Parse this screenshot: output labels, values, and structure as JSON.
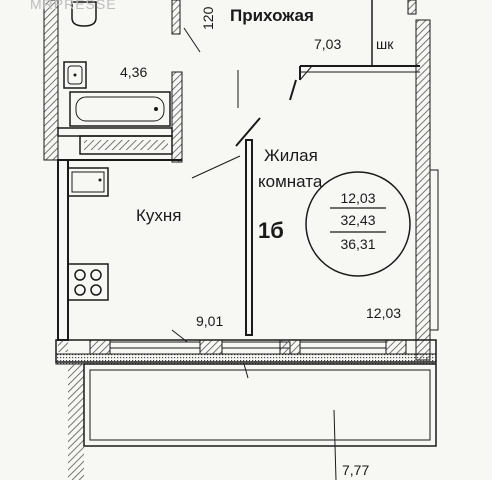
{
  "watermark": "MRPRESSE",
  "rooms": {
    "hallway": {
      "name": "Прихожая",
      "dim": "120"
    },
    "bathroom": {
      "area": "4,36"
    },
    "corridor": {
      "area": "7,03"
    },
    "closet": {
      "label": "шк"
    },
    "living": {
      "name_line1": "Жилая",
      "name_line2": "комната",
      "area": "12,03"
    },
    "kitchen": {
      "name": "Кухня",
      "area": "9,01"
    },
    "balcony": {
      "dim": "7,77"
    }
  },
  "apartment": {
    "type": "1б",
    "living_area": "12,03",
    "total_area": "32,43",
    "total_with_balcony": "36,31"
  },
  "colors": {
    "line": "#1a1a1a",
    "hatch": "#555555",
    "background": "#f7f7f4"
  }
}
